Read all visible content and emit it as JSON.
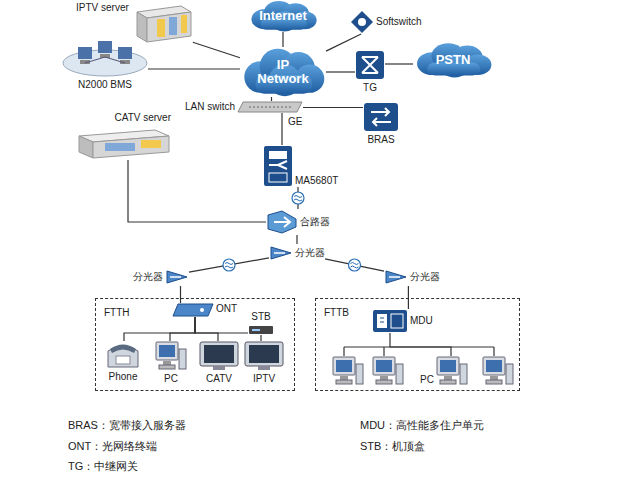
{
  "diagram": {
    "nodes": [
      {
        "text": [
          "IPTV server"
        ]
      },
      {
        "text": [
          "Internet"
        ]
      },
      {
        "text": [
          "Softswitch"
        ]
      },
      {
        "text": [
          "N2000 BMS"
        ]
      },
      {
        "text": [
          "IP Network"
        ]
      },
      {
        "text": [
          "TG"
        ]
      },
      {
        "text": [
          "PSTN"
        ]
      },
      {
        "text": [
          "LAN switch"
        ]
      },
      {
        "text": [
          "BRAS"
        ]
      },
      {
        "text": [
          "CATV server"
        ]
      },
      {
        "text": [
          "MA5680T"
        ]
      },
      {
        "text": [
          "合路器"
        ]
      },
      {
        "text": [
          "分光器"
        ]
      },
      {
        "text": [
          "分光器"
        ]
      },
      {
        "text": [
          "分光器"
        ]
      },
      {
        "text": [
          "FTTH"
        ]
      },
      {
        "text": [
          "ONT"
        ],
        "in": 15
      },
      {
        "text": [
          "STB"
        ],
        "in": 15
      },
      {
        "text": [
          "Phone"
        ],
        "in": 15
      },
      {
        "text": [
          "PC"
        ],
        "in": 15
      },
      {
        "text": [
          "CATV"
        ],
        "in": 15
      },
      {
        "text": [
          "IPTV"
        ],
        "in": 15
      },
      {
        "text": [
          "FTTB"
        ]
      },
      {
        "text": [
          "MDU"
        ],
        "in": 22
      },
      {
        "text": [
          "PC"
        ],
        "in": 22
      }
    ],
    "edges": [
      {
        "from": 0,
        "to": 4,
        "arrow": "none"
      },
      {
        "from": 3,
        "to": 4,
        "arrow": "none"
      },
      {
        "from": 1,
        "to": 4,
        "arrow": "none"
      },
      {
        "from": 2,
        "to": 4,
        "arrow": "none"
      },
      {
        "from": 5,
        "to": 4,
        "arrow": "none"
      },
      {
        "from": 5,
        "to": 6,
        "arrow": "none"
      },
      {
        "from": 4,
        "to": 7,
        "arrow": "none"
      },
      {
        "from": 7,
        "to": 8,
        "arrow": "none"
      },
      {
        "from": 7,
        "to": 10,
        "label": "GE",
        "arrow": "none"
      },
      {
        "from": 9,
        "to": 11,
        "arrow": "none"
      },
      {
        "from": 10,
        "to": 11,
        "arrow": "none"
      },
      {
        "from": 11,
        "to": 12,
        "arrow": "none"
      },
      {
        "from": 12,
        "to": 13,
        "arrow": "none"
      },
      {
        "from": 12,
        "to": 14,
        "arrow": "none"
      },
      {
        "from": 13,
        "to": 16,
        "arrow": "none"
      },
      {
        "from": 14,
        "to": 23,
        "arrow": "none"
      },
      {
        "from": 16,
        "to": 18,
        "arrow": "none"
      },
      {
        "from": 16,
        "to": 19,
        "arrow": "none"
      },
      {
        "from": 16,
        "to": 20,
        "arrow": "none"
      },
      {
        "from": 16,
        "to": 17,
        "arrow": "none"
      },
      {
        "from": 17,
        "to": 21,
        "arrow": "none"
      },
      {
        "from": 23,
        "to": 24,
        "arrow": "none"
      }
    ],
    "labels": [
      "BRAS：宽带接入服务器",
      "MDU：高性能多住户单元",
      "ONT：光网络终端",
      "STB：机顶盒",
      "TG：中继网关"
    ]
  }
}
